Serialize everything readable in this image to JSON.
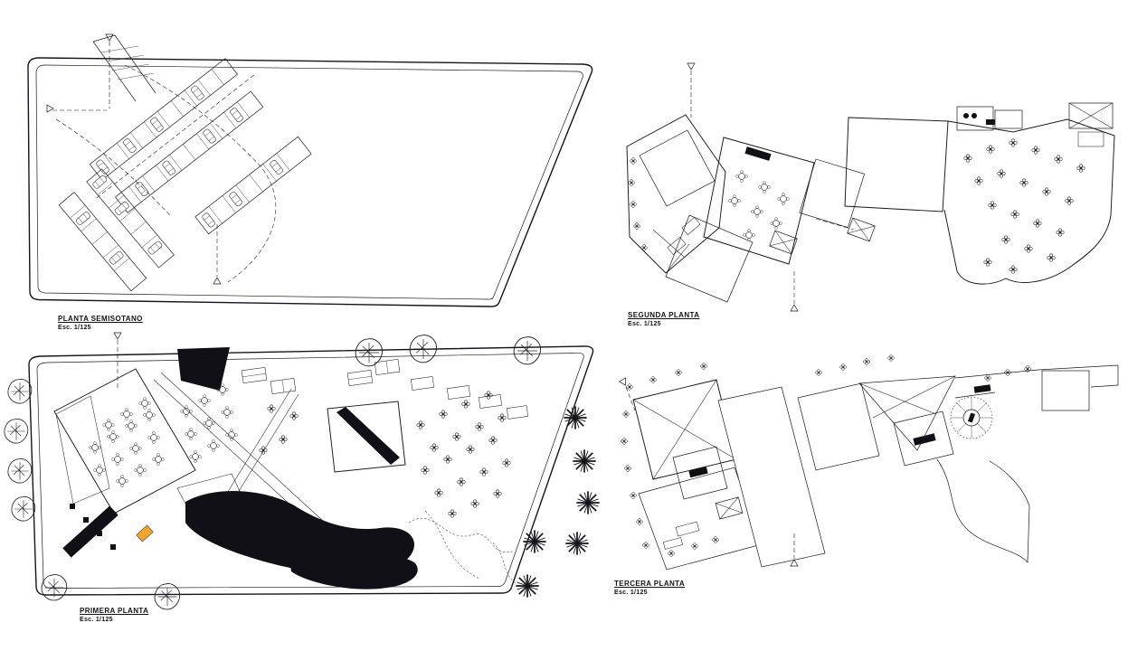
{
  "sheet": {
    "background": "#ffffff",
    "line_color": "#1b1b24",
    "highlight_color": "#f0a32e",
    "type": "architectural-floor-plans"
  },
  "plans": {
    "semisotano": {
      "title": "PLANTA SEMISOTANO",
      "scale": "Esc. 1/125"
    },
    "segunda": {
      "title": "SEGUNDA PLANTA",
      "scale": "Esc. 1/125"
    },
    "primera": {
      "title": "PRIMERA PLANTA",
      "scale": "Esc. 1/125"
    },
    "tercera": {
      "title": "TERCERA PLANTA",
      "scale": "Esc. 1/125"
    }
  }
}
